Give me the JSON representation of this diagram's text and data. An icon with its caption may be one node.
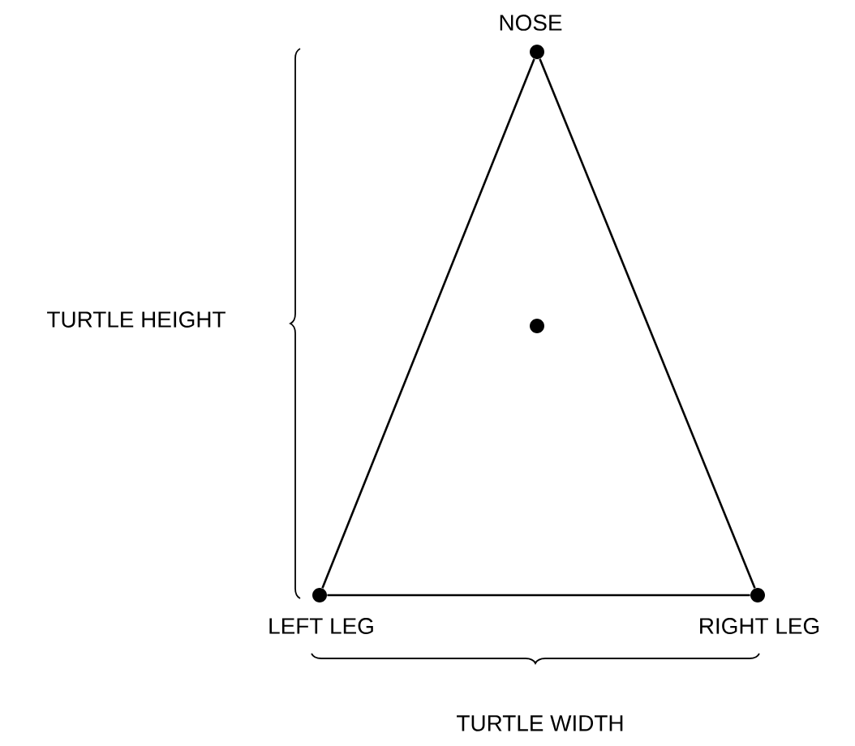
{
  "diagram": {
    "nodes": [
      {
        "text": [],
        "shape": "circle",
        "beside": [
          "NOSE"
        ]
      },
      {
        "text": [],
        "shape": "circle"
      },
      {
        "text": [],
        "shape": "circle",
        "beside": [
          "LEFT LEG"
        ]
      },
      {
        "text": [],
        "shape": "circle",
        "beside": [
          "RIGHT LEG"
        ]
      }
    ],
    "edges": [
      {
        "from": 0,
        "to": 2,
        "arrow": "none"
      },
      {
        "from": 2,
        "to": 3,
        "arrow": "none"
      },
      {
        "from": 3,
        "to": 0,
        "arrow": "none"
      }
    ],
    "labels": [
      "TURTLE HEIGHT",
      "TURTLE WIDTH"
    ]
  }
}
